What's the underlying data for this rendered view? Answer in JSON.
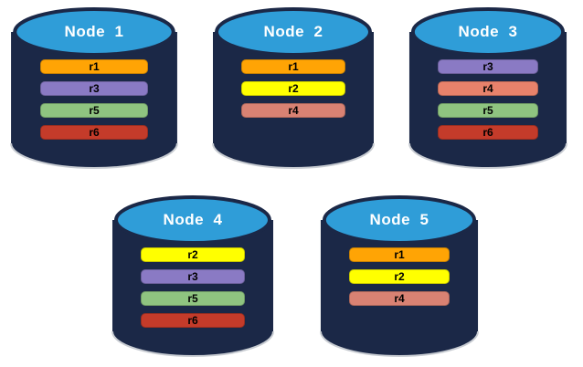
{
  "diagram": {
    "description": "Database nodes with replica placement",
    "node_count": 5,
    "replica_ids": [
      "r1",
      "r2",
      "r3",
      "r4",
      "r5",
      "r6"
    ]
  },
  "colors": {
    "background": "#FFFFFF",
    "cylinder_body": "#1B2847",
    "cylinder_top": "#2F9DD8",
    "cylinder_outline": "#1B2847",
    "cylinder_bottom_edge": "#C8CCD2",
    "title_text": "#FFFFFF",
    "bar_text": "#000000",
    "replica_palette": {
      "r1": "#FFA405",
      "r2": "#FFFF00",
      "r3": "#8A7AC4",
      "r4": "#D98273",
      "r5": "#8FC480",
      "r6": "#C43B2A"
    }
  },
  "nodes": [
    {
      "label": "Node  1",
      "replicas": [
        {
          "id": "r1",
          "color": "#FFA405"
        },
        {
          "id": "r3",
          "color": "#8A7AC4"
        },
        {
          "id": "r5",
          "color": "#8FC480"
        },
        {
          "id": "r6",
          "color": "#C43B2A"
        }
      ]
    },
    {
      "label": "Node  2",
      "replicas": [
        {
          "id": "r1",
          "color": "#FFA405"
        },
        {
          "id": "r2",
          "color": "#FFFF00"
        },
        {
          "id": "r4",
          "color": "#D98273"
        }
      ]
    },
    {
      "label": "Node  3",
      "replicas": [
        {
          "id": "r3",
          "color": "#8A7AC4"
        },
        {
          "id": "r4",
          "color": "#E8826B"
        },
        {
          "id": "r5",
          "color": "#8FC480"
        },
        {
          "id": "r6",
          "color": "#C43B2A"
        }
      ]
    },
    {
      "label": "Node  4",
      "replicas": [
        {
          "id": "r2",
          "color": "#FFFF00"
        },
        {
          "id": "r3",
          "color": "#8A7AC4"
        },
        {
          "id": "r5",
          "color": "#8FC480"
        },
        {
          "id": "r6",
          "color": "#C43B2A"
        }
      ]
    },
    {
      "label": "Node  5",
      "replicas": [
        {
          "id": "r1",
          "color": "#FFA405"
        },
        {
          "id": "r2",
          "color": "#FFFF00"
        },
        {
          "id": "r4",
          "color": "#D98273"
        }
      ]
    }
  ]
}
